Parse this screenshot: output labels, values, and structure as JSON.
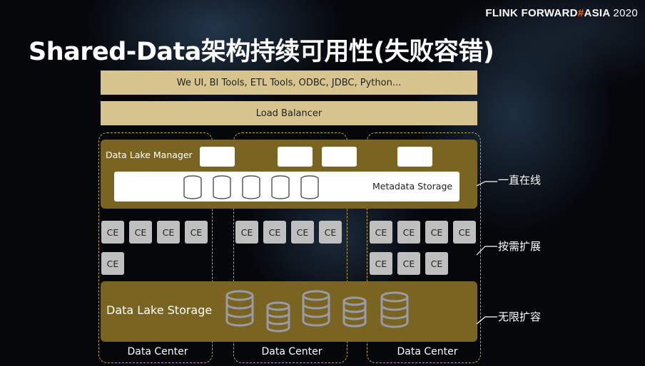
{
  "header": {
    "brand_main": "FLINK FORWARD",
    "brand_hash": "#",
    "brand_asia": "ASIA",
    "brand_year": "2020",
    "title": "Shared-Data架构持续可用性(失败容错)"
  },
  "layers": {
    "clients": "We UI, BI Tools, ETL Tools, ODBC, JDBC, Python...",
    "load_balancer": "Load Balancer",
    "data_lake_manager": "Data Lake Manager",
    "metadata_storage": "Metadata Storage",
    "data_lake_storage": "Data Lake Storage"
  },
  "compute": {
    "engine_label": "CE"
  },
  "data_centers": {
    "label": "Data Center",
    "dc1": "Data Center",
    "dc2": "Data Center",
    "dc3": "Data Center"
  },
  "annotations": {
    "always_on": "一直在线",
    "scale_on_demand": "按需扩展",
    "unlimited_scaling": "无限扩容"
  },
  "colors": {
    "bar_fill": "#d8c48f",
    "band_fill": "#7a6421",
    "dashed_border": "#c9a940",
    "ce_fill": "#bfbfbf",
    "accent": "#ff6a00"
  }
}
